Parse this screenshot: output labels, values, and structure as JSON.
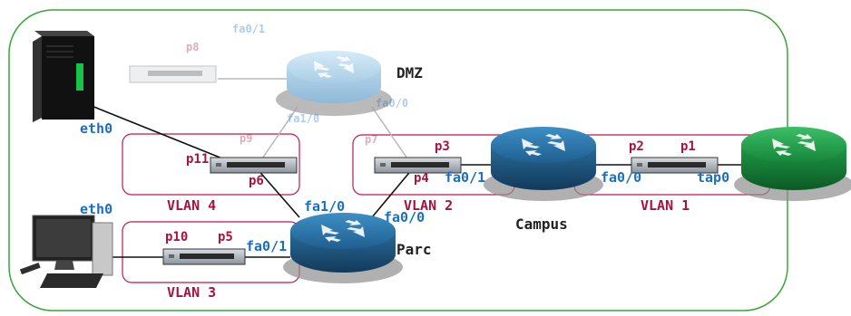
{
  "colors": {
    "boundary": "#3aa53a",
    "vlan_box": "#c0184a",
    "link": "#111111",
    "faded_link": "#b8b8b8",
    "router_blue": "#2a74a6",
    "router_green": "#22a24a",
    "router_dmz": "#b9d9ee",
    "interface_text": "#1a6fc2",
    "port_text": "#a8123e"
  },
  "routers": {
    "dmz": {
      "name": "DMZ",
      "icon": "router-icon"
    },
    "parc": {
      "name": "Parc",
      "icon": "router-icon"
    },
    "campus": {
      "name": "Campus",
      "icon": "router-icon"
    },
    "edge": {
      "name": "",
      "icon": "router-icon"
    }
  },
  "hosts": {
    "server": {
      "icon": "server-icon",
      "iface": "eth0"
    },
    "pc": {
      "icon": "desktop-computer-icon",
      "iface": "eth0"
    }
  },
  "vlans": {
    "vlan1": "VLAN 1",
    "vlan2": "VLAN 2",
    "vlan3": "VLAN 3",
    "vlan4": "VLAN 4"
  },
  "interfaces": {
    "dmz_top": "fa0/1",
    "dmz_right": "fa0/0",
    "dmz_left": "fa1/0",
    "parc_fa10": "fa1/0",
    "parc_fa00": "fa0/0",
    "parc_fa01": "fa0/1",
    "campus_fa01": "fa0/1",
    "campus_fa00": "fa0/0",
    "edge_tap0": "tap0"
  },
  "ports": {
    "p1": "p1",
    "p2": "p2",
    "p3": "p3",
    "p4": "p4",
    "p5": "p5",
    "p6": "p6",
    "p7": "p7",
    "p8": "p8",
    "p9": "p9",
    "p10": "p10",
    "p11": "p11"
  }
}
